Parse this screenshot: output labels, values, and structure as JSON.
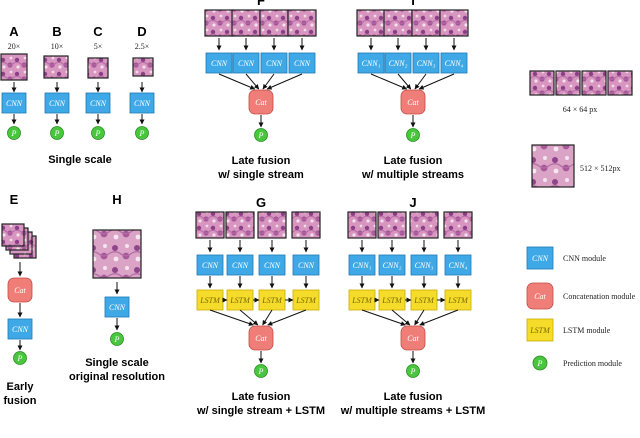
{
  "colors": {
    "cnn": "#3ea9e6",
    "cnn_stroke": "#1f78b4",
    "cat": "#f07e78",
    "cat_stroke": "#c64a44",
    "lstm": "#f6dc2a",
    "lstm_stroke": "#c9ad00",
    "pred": "#49c63e",
    "pred_stroke": "#2a8c22",
    "tissue": "#c978a8"
  },
  "labels": {
    "cnn": "CNN",
    "cnn_i": [
      "CNN₁",
      "CNN₂",
      "CNN₃",
      "CNN₄"
    ],
    "cat": "Cat",
    "lstm": "LSTM",
    "pred": "P"
  },
  "panels": {
    "A": {
      "letter": "A",
      "zoom": "20×"
    },
    "B": {
      "letter": "B",
      "zoom": "10×"
    },
    "C": {
      "letter": "C",
      "zoom": "5×"
    },
    "D": {
      "letter": "D",
      "zoom": "2.5×"
    },
    "E": {
      "letter": "E"
    },
    "F": {
      "letter": "F"
    },
    "G": {
      "letter": "G"
    },
    "H": {
      "letter": "H"
    },
    "I": {
      "letter": "I"
    },
    "J": {
      "letter": "J"
    }
  },
  "captions": {
    "single_scale": "Single scale",
    "early_fusion": [
      "Early",
      "fusion"
    ],
    "single_scale_orig": [
      "Single scale",
      "original resolution"
    ],
    "late_single": [
      "Late fusion",
      "w/ single stream"
    ],
    "late_multi": [
      "Late fusion",
      "w/ multiple streams"
    ],
    "late_single_lstm": [
      "Late fusion",
      "w/ single stream + LSTM"
    ],
    "late_multi_lstm": [
      "Late fusion",
      "w/ multiple streams + LSTM"
    ]
  },
  "side": {
    "patch64": "64 × 64 px",
    "patch512": "512 × 512px"
  },
  "legend": [
    {
      "key": "cnn",
      "sym": "CNN",
      "label": "CNN module"
    },
    {
      "key": "cat",
      "sym": "Cat",
      "label": "Concatenation module"
    },
    {
      "key": "lstm",
      "sym": "LSTM",
      "label": "LSTM module"
    },
    {
      "key": "pred",
      "sym": "P",
      "label": "Prediction module"
    }
  ]
}
